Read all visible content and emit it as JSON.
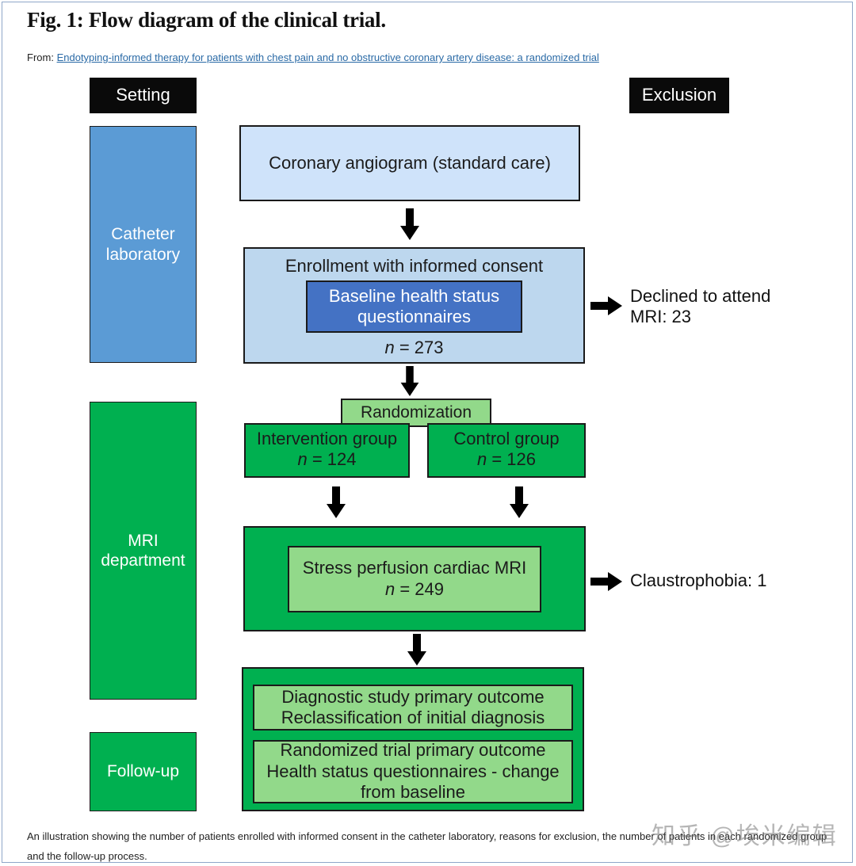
{
  "figure": {
    "title": "Fig. 1: Flow diagram of the clinical trial.",
    "from_label": "From:",
    "source_link": "Endotyping-informed therapy for patients with chest pain and no obstructive coronary artery disease: a randomized trial"
  },
  "headers": {
    "setting": "Setting",
    "exclusion": "Exclusion"
  },
  "settings": {
    "catheter_lab": "Catheter laboratory",
    "mri_department": "MRI department",
    "follow_up": "Follow-up"
  },
  "flow": {
    "angiogram": "Coronary angiogram (standard care)",
    "enrollment": {
      "title": "Enrollment with informed consent",
      "baseline": "Baseline health status questionnaires",
      "n_label": "n",
      "n_value": " = 273"
    },
    "randomization": "Randomization",
    "intervention": {
      "label": "Intervention group",
      "n_label": "n",
      "n_value": " = 124"
    },
    "control": {
      "label": "Control group",
      "n_label": "n",
      "n_value": " = 126"
    },
    "mri": {
      "label": "Stress perfusion cardiac MRI",
      "n_label": "n",
      "n_value": " = 249"
    },
    "outcome1": {
      "line1": "Diagnostic study primary outcome",
      "line2": "Reclassification of initial diagnosis"
    },
    "outcome2": {
      "line1": "Randomized trial primary outcome",
      "line2": "Health status questionnaires - change from baseline"
    }
  },
  "exclusions": {
    "declined": "Declined to attend MRI: 23",
    "claustrophobia": "Claustrophobia: 1"
  },
  "caption": "An illustration showing the number of patients enrolled with informed consent in the catheter laboratory, reasons for exclusion, the number of patients in each randomized group and the follow-up process.",
  "watermark": "知乎 @埃米编辑",
  "colors": {
    "catheter_blue": "#5b9bd5",
    "green": "#00b050",
    "light_green": "#92d98a",
    "light_blue": "#cfe3fa",
    "pale_blue": "#bdd7ee",
    "dark_blue": "#4472c4"
  }
}
